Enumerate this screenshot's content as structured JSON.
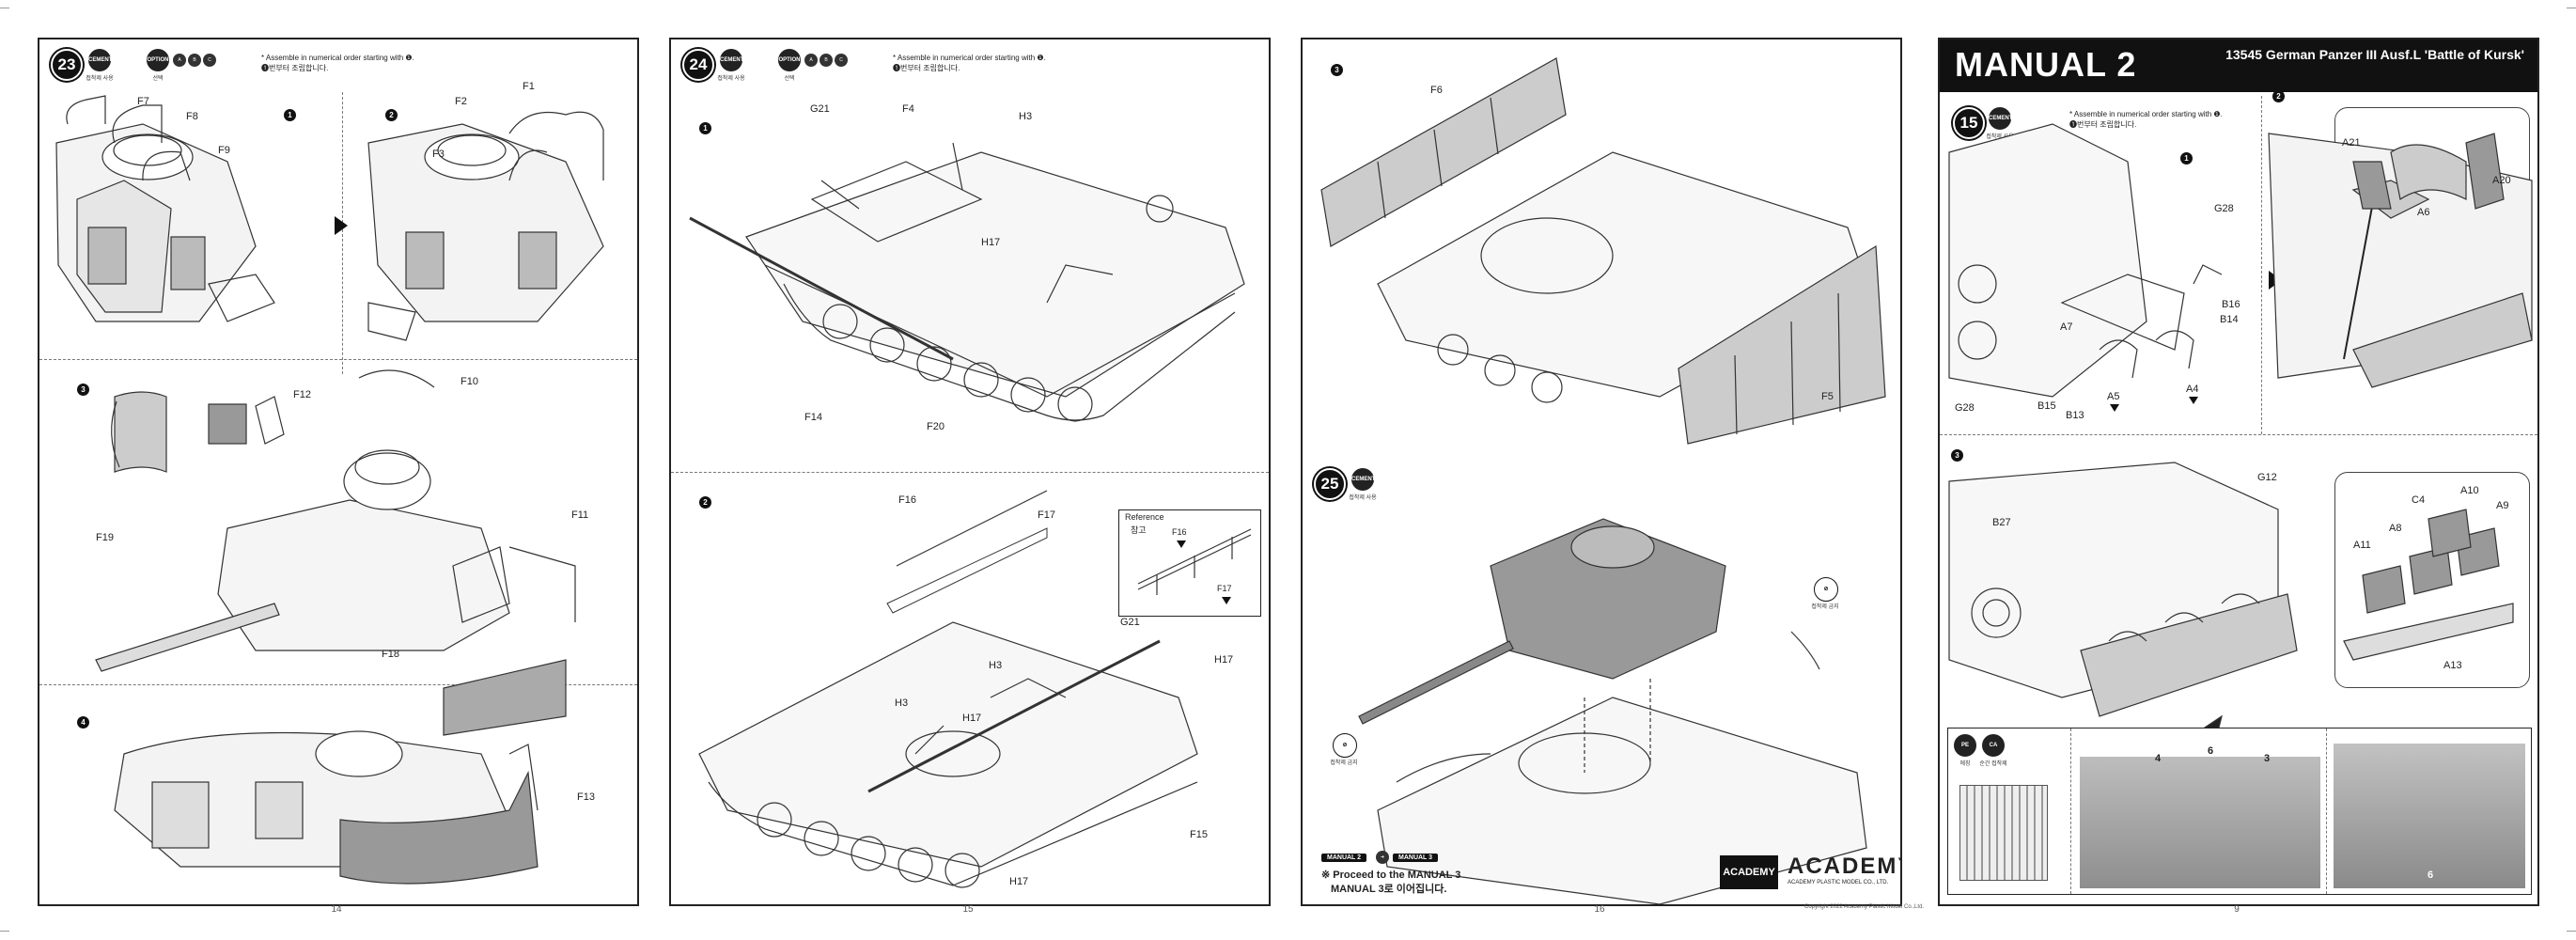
{
  "page14": {
    "step": "23",
    "badge_glue": "접착제 사용",
    "badge_option": "OPTION",
    "option_label": "선택",
    "note_en": "* Assemble in numerical order starting with ❶.",
    "note_kr": "❶번부터 조립합니다.",
    "sub1": "1",
    "sub2": "2",
    "sub3": "3",
    "sub4": "4",
    "labels": {
      "f7": "F7",
      "f8": "F8",
      "f9": "F9",
      "f1": "F1",
      "f2": "F2",
      "f3": "F3",
      "f12": "F12",
      "f10": "F10",
      "f19": "F19",
      "f11": "F11",
      "f18": "F18",
      "f13": "F13"
    },
    "page_number": "14"
  },
  "page15": {
    "step": "24",
    "badge_glue": "접착제 사용",
    "option_label": "선택",
    "note_en": "* Assemble in numerical order starting with ❶.",
    "note_kr": "❶번부터 조립합니다.",
    "sub1": "1",
    "sub2": "2",
    "labels": {
      "g21": "G21",
      "f4": "F4",
      "h3": "H3",
      "h17": "H17",
      "f14": "F14",
      "f20": "F20",
      "f16": "F16",
      "f17": "F17",
      "g21b": "G21",
      "h3b": "H3",
      "h17b": "H17",
      "h3c": "H3",
      "h17c": "H17",
      "f15": "F15",
      "h17d": "H17"
    },
    "ref_title": "Reference",
    "ref_title_kr": "참고",
    "ref_f16": "F16",
    "ref_f17": "F17",
    "page_number": "15"
  },
  "page16": {
    "sub3": "3",
    "labels": {
      "f6": "F6",
      "f5": "F5"
    },
    "step": "25",
    "badge_glue": "접착제 사용",
    "glue_no": "접착제 금지",
    "tag_manual2": "MANUAL 2",
    "tag_manual3": "MANUAL 3",
    "proceed_en": "※ Proceed to the MANUAL 3",
    "proceed_kr": "MANUAL 3로 이어집니다.",
    "academy_small": "ACADEMY",
    "academy_logo": "ACADEMY",
    "academy_company": "ACADEMY PLASTIC MODEL CO., LTD.",
    "copyright": "Copyright 2022 Academy Plastic Model Co.,Ltd.",
    "page_number": "16"
  },
  "page9": {
    "title": "MANUAL 2",
    "kit": "13545 German Panzer III Ausf.L 'Battle of Kursk'",
    "step": "15",
    "badge_glue": "접착제 사용",
    "note_en": "* Assemble in numerical order starting with ❶.",
    "note_kr": "❶번부터 조립합니다.",
    "sub1": "1",
    "sub2": "2",
    "sub3": "3",
    "labels": {
      "g28": "G28",
      "b16": "B16",
      "b14": "B14",
      "a7": "A7",
      "g28b": "G28",
      "b15": "B15",
      "b13": "B13",
      "a5": "A5",
      "a4": "A4",
      "a21": "A21",
      "a20": "A20",
      "a6": "A6",
      "g12": "G12",
      "b27": "B27",
      "c4": "C4",
      "a8": "A8",
      "a10": "A10",
      "a9": "A9",
      "a11": "A11",
      "a13": "A13"
    },
    "pe_labels": {
      "four": "4",
      "six": "6",
      "three": "3",
      "six_b": "6"
    },
    "pe_badge1": "에칭",
    "pe_badge2": "순간 접착제",
    "page_number": "9"
  }
}
